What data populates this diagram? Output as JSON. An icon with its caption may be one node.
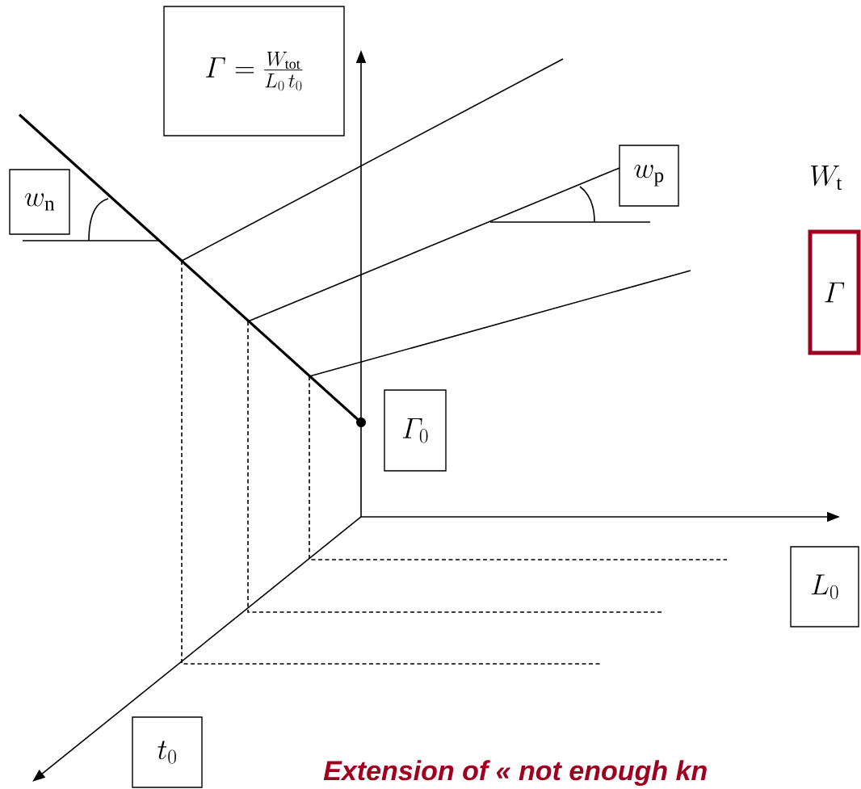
{
  "diagram": {
    "nodes": [
      {
        "text": [
          "\\varGamma=\\frac{W_{\\mathrm{tot}}}{L_0\\,t_0}"
        ]
      },
      {
        "text": [
          "w_{\\mathrm{n}}"
        ]
      },
      {
        "text": [
          "w_{\\mathrm{p}}"
        ]
      },
      {
        "text": [
          "W_{\\mathrm{t}}"
        ]
      },
      {
        "text": [
          "\\varGamma"
        ]
      },
      {
        "text": [
          "\\varGamma_0"
        ]
      },
      {
        "text": [
          "L_0"
        ]
      },
      {
        "text": [
          "t_0"
        ]
      }
    ],
    "labels": [
      "Extension of « not enough kn"
    ]
  }
}
